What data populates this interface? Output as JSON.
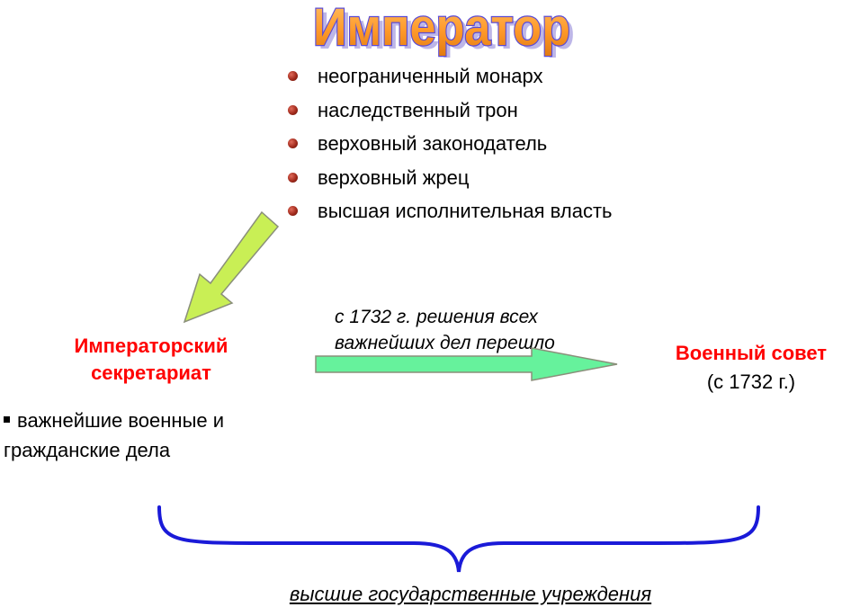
{
  "title": "Император",
  "emperor_powers": [
    "неограниченный монарх",
    "наследственный трон",
    "верховный законодатель",
    "верховный жрец",
    "высшая исполнительная власть"
  ],
  "secretariat": {
    "line1": "Императорский",
    "line2": "секретариат"
  },
  "secretariat_affairs": {
    "line1": "важнейшие военные и",
    "line2": "гражданские дела"
  },
  "transfer_note": {
    "line1": "с 1732 г. решения всех",
    "line2": "важнейших дел перешло"
  },
  "military_council": {
    "name": "Военный совет",
    "since": "(с 1732 г.)"
  },
  "institutions_label": "высшие государственные учреждения",
  "colors": {
    "title_fill": "#ffa63c",
    "title_outline": "#5a4bd6",
    "red_text": "#ff0000",
    "diag_arrow_fill": "#c9ef55",
    "right_arrow_fill": "#66f29c",
    "brace_color": "#1a1ad8"
  }
}
